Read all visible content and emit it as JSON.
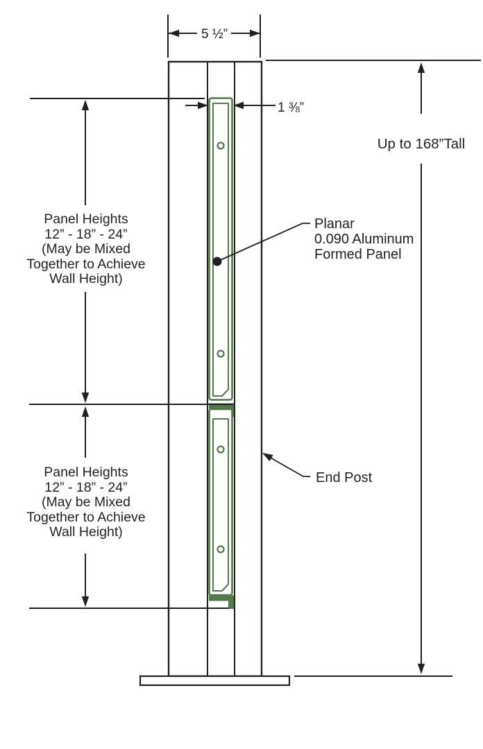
{
  "diagram_type": "technical-drawing",
  "colors": {
    "line": "#231f20",
    "panel_green": "#53784b",
    "background": "#ffffff"
  },
  "dimensions": {
    "post_width": "5 ½”",
    "panel_thickness": "1 ⅜”",
    "overall_height": "Up to 168”Tall"
  },
  "panel_height_note": {
    "lines": [
      "Panel Heights",
      "12” - 18” - 24”",
      "(May be Mixed",
      "Together to Achieve",
      "Wall Height)"
    ]
  },
  "callouts": {
    "planar_lines": [
      "Planar",
      "0.090 Aluminum",
      "Formed Panel"
    ],
    "end_post": "End Post"
  }
}
